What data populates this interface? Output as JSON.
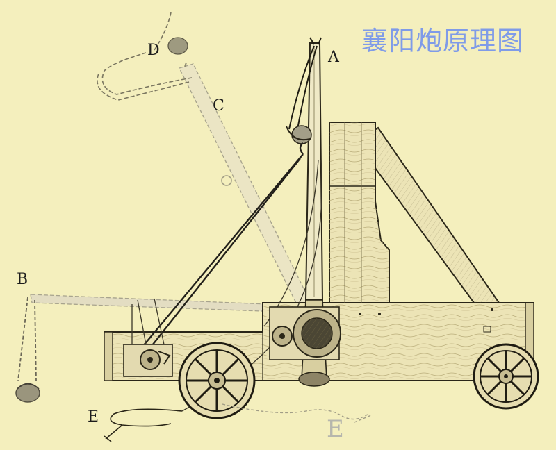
{
  "title": "襄阳炮原理图",
  "labels": {
    "a": "A",
    "b": "B",
    "c": "C",
    "d": "D",
    "e": "E",
    "e_ghost": "E"
  },
  "colors": {
    "background": "#f4efbd",
    "title": "#7f9be8",
    "ink": "#1c1c1c",
    "wood": "#ece4b6",
    "ghost": "#b6b6ad"
  }
}
